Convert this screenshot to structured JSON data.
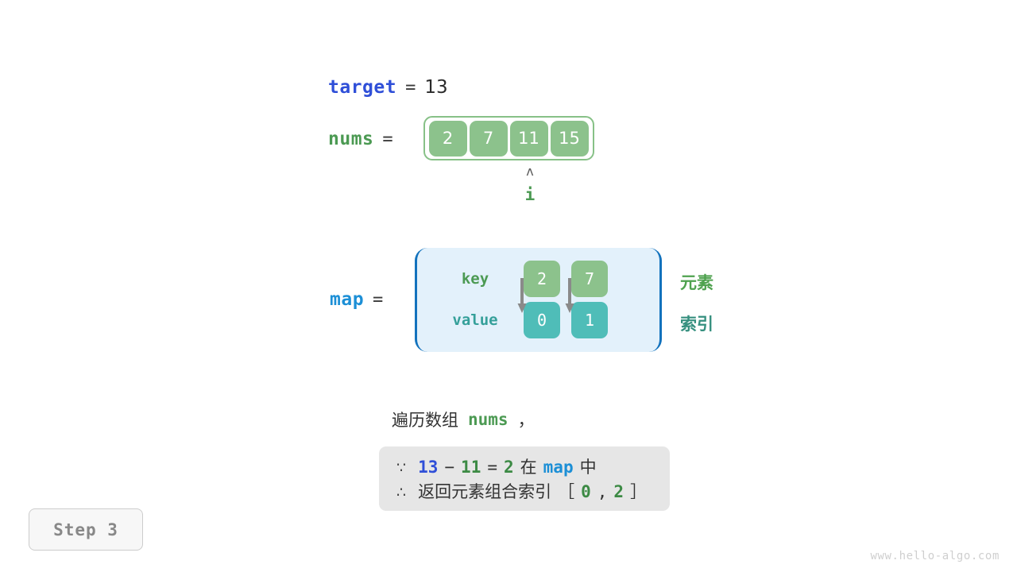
{
  "target": {
    "name": "target",
    "equals": "=",
    "value": "13"
  },
  "nums": {
    "name": "nums",
    "equals": "=",
    "cells": [
      "2",
      "7",
      "11",
      "15"
    ],
    "pointer": {
      "caret": "ʌ",
      "label": "i",
      "index": 2
    }
  },
  "map": {
    "name": "map",
    "equals": "=",
    "key_label": "key",
    "value_label": "value",
    "keys": [
      "2",
      "7"
    ],
    "values": [
      "0",
      "1"
    ],
    "annotations": {
      "element": "元素",
      "index": "索引"
    }
  },
  "caption": {
    "prefix": "遍历数组",
    "code": "nums",
    "suffix": "，"
  },
  "conclusion": {
    "line1": {
      "symbol": "∵",
      "a": "13",
      "minus": "−",
      "b": "11",
      "eq": "=",
      "c": "2",
      "in": "在",
      "map": "map",
      "tail": "中"
    },
    "line2": {
      "symbol": "∴",
      "text": "返回元素组合索引",
      "bracket_open": "［",
      "i0": "0",
      "comma": ",",
      "i1": "2",
      "bracket_close": "］"
    }
  },
  "step_badge": "Step 3",
  "watermark": "www.hello-algo.com",
  "colors": {
    "target_blue": "#2f4fd8",
    "nums_green": "#4c9a53",
    "map_blue": "#1c8fd6",
    "cell_green": "#8cc28c",
    "cell_teal": "#4fbdb8",
    "map_bg": "#e3f1fb",
    "map_border": "#1272bd",
    "conclusion_bg": "#e6e6e6",
    "arrow_gray": "#8a8a8a"
  }
}
